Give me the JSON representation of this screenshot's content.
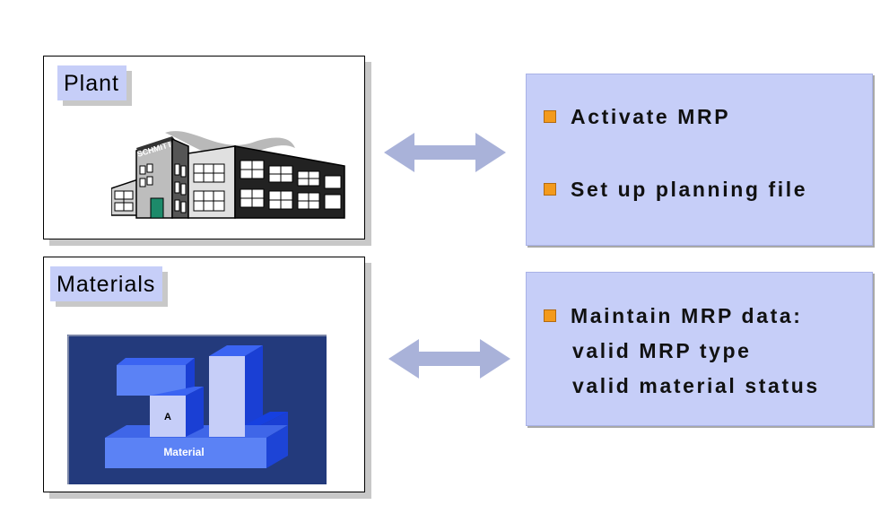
{
  "plant": {
    "label": "Plant",
    "sign_text": "SCHMITT"
  },
  "materials": {
    "label": "Materials",
    "block_label": "A",
    "base_label": "Material"
  },
  "plant_info": {
    "items": [
      {
        "text": "Activate MRP"
      },
      {
        "text": "Set up planning file"
      }
    ]
  },
  "materials_info": {
    "item": {
      "text": "Maintain MRP data:"
    },
    "continuation": [
      "valid MRP type",
      "valid material status"
    ]
  },
  "colors": {
    "box_fill": "#c6cef8",
    "bullet": "#f39a1c",
    "arrow": "#a9b2d9",
    "graphic_bg": "#233a7c",
    "block_fill": "#5b82f5"
  },
  "icons": [
    "factory-icon",
    "material-blocks-icon",
    "double-arrow-icon"
  ]
}
